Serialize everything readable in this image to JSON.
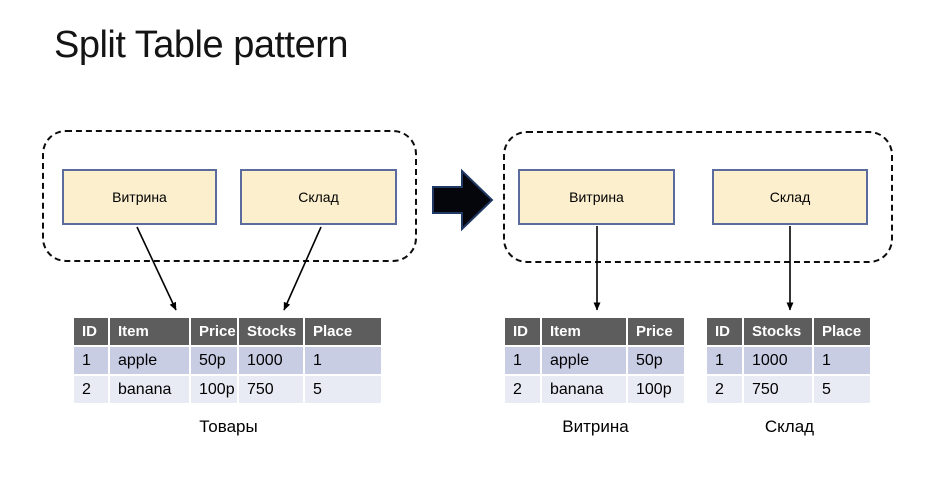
{
  "slide": {
    "title": "Split Table pattern"
  },
  "before": {
    "boxes": [
      {
        "label": "Витрина"
      },
      {
        "label": "Склад"
      }
    ],
    "table": {
      "headers": [
        "ID",
        "Item",
        "Price",
        "Stocks",
        "Place"
      ],
      "rows": [
        [
          "1",
          "apple",
          "50p",
          "1000",
          "1"
        ],
        [
          "2",
          "banana",
          "100p",
          "750",
          "5"
        ]
      ],
      "caption": "Товары"
    }
  },
  "after": {
    "boxes": [
      {
        "label": "Витрина"
      },
      {
        "label": "Склад"
      }
    ],
    "tables": [
      {
        "headers": [
          "ID",
          "Item",
          "Price"
        ],
        "rows": [
          [
            "1",
            "apple",
            "50p"
          ],
          [
            "2",
            "banana",
            "100p"
          ]
        ],
        "caption": "Витрина"
      },
      {
        "headers": [
          "ID",
          "Stocks",
          "Place"
        ],
        "rows": [
          [
            "1",
            "1000",
            "1"
          ],
          [
            "2",
            "750",
            "5"
          ]
        ],
        "caption": "Склад"
      }
    ]
  },
  "icons": {
    "transform_arrow": "right-block-arrow"
  },
  "colors": {
    "box_fill": "#fcefcd",
    "box_border": "#5b6b9e",
    "table_header_bg": "#5d5d5d",
    "table_header_text": "#ffffff",
    "row_band_dark": "#c8cde4",
    "row_band_light": "#e9ebf4",
    "transform_arrow_fill": "#05050c",
    "transform_arrow_border": "#203864",
    "dashed_border": "#0d0d0d"
  }
}
